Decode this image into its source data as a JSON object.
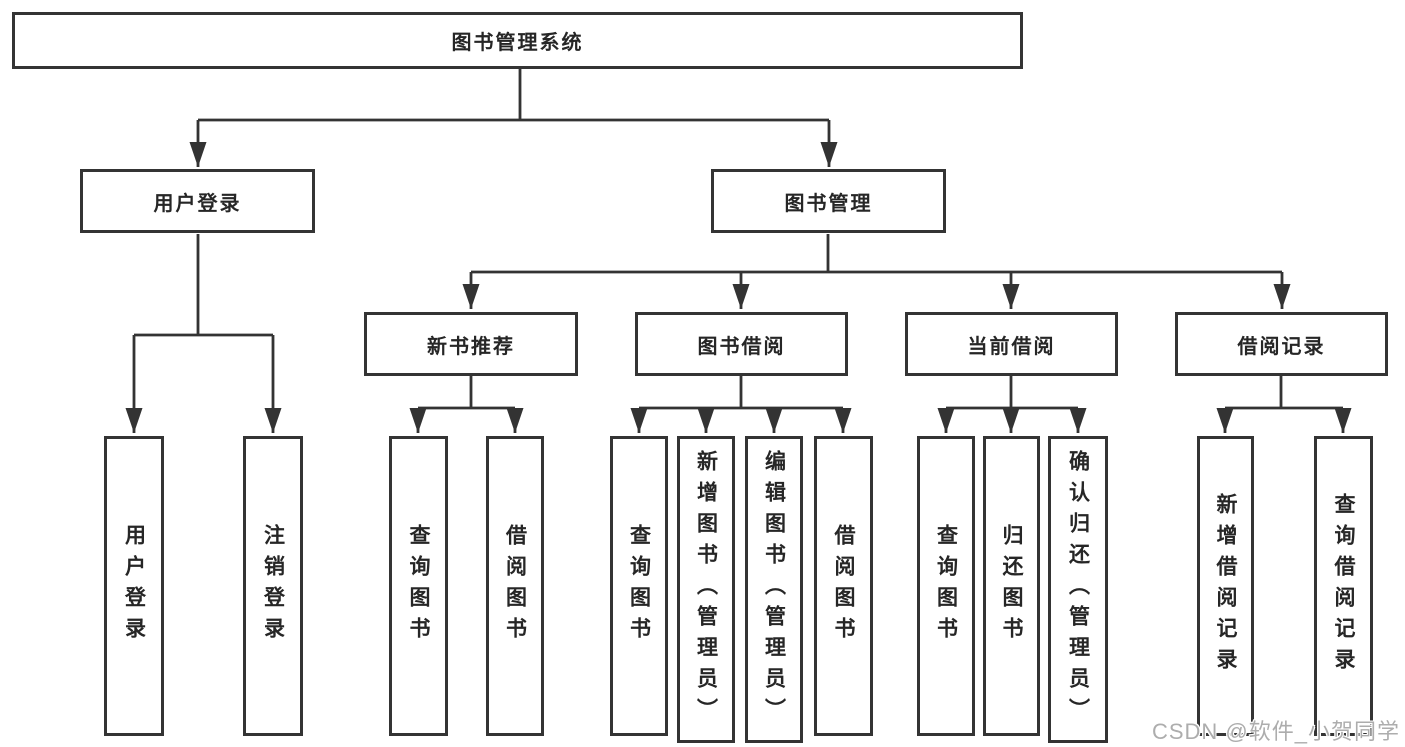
{
  "colors": {
    "background": "#ffffff",
    "line": "#333333",
    "box_border": "#343434",
    "text": "#262626",
    "watermark": "#adadad"
  },
  "nodes": {
    "root": "图书管理系统",
    "user_login": "用户登录",
    "book_mgmt": "图书管理",
    "new_book_rec": "新书推荐",
    "book_borrow": "图书借阅",
    "current_borrow": "当前借阅",
    "borrow_records": "借阅记录",
    "leaf_user_login": "用户登录",
    "leaf_logout": "注销登录",
    "rec_query_book": "查询图书",
    "rec_borrow_book": "借阅图书",
    "bb_query_book": "查询图书",
    "bb_add_book": "新增图书（管理员）",
    "bb_edit_book": "编辑图书（管理员）",
    "bb_borrow_book": "借阅图书",
    "cb_query_book": "查询图书",
    "cb_return_book": "归还图书",
    "cb_confirm_return": "确认归还（管理员）",
    "br_add_record": "新增借阅记录",
    "br_query_record": "查询借阅记录"
  },
  "watermark": {
    "text": "CSDN @软件_小贺同学"
  }
}
